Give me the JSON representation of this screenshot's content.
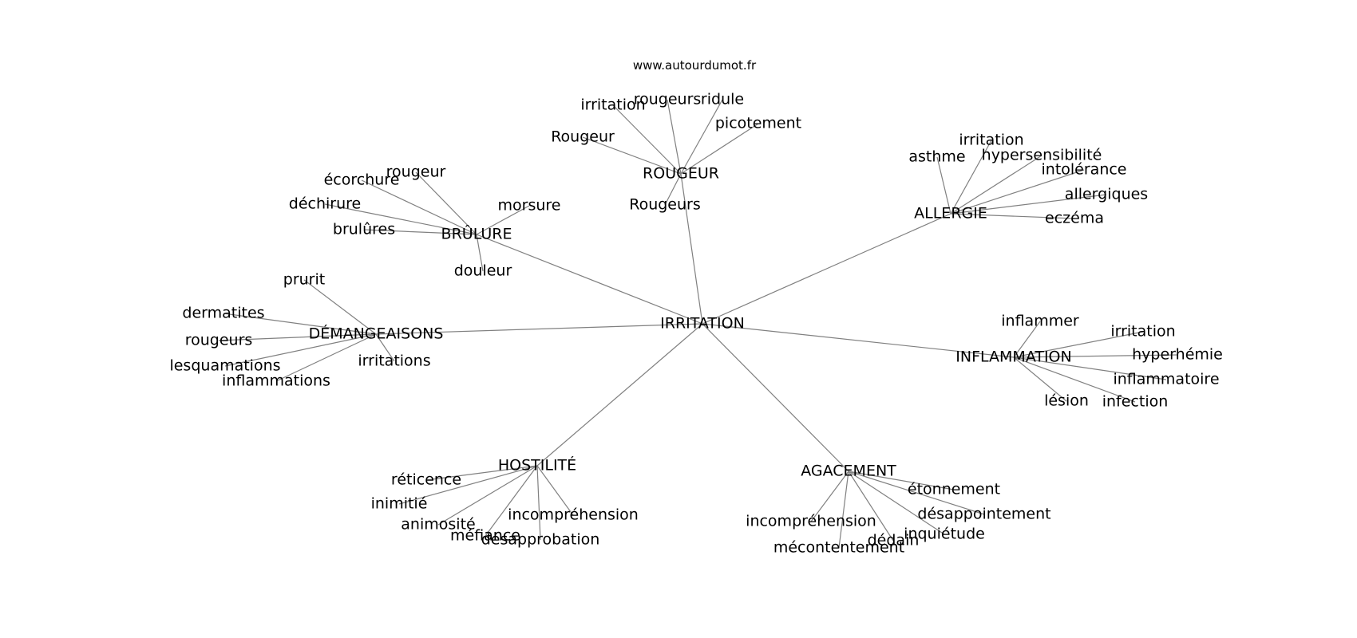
{
  "site": "www.autourdumot.fr",
  "center": "IRRITATION",
  "hubs": [
    {
      "label": "BRÛLURE",
      "leaves": [
        "rougeur",
        "écorchure",
        "déchirure",
        "brulûres",
        "morsure",
        "douleur"
      ]
    },
    {
      "label": "ROUGEUR",
      "leaves": [
        "irritation",
        "rougeurs",
        "ridule",
        "picotement",
        "Rougeur",
        "Rougeurs"
      ]
    },
    {
      "label": "ALLERGIE",
      "leaves": [
        "irritation",
        "asthme",
        "hypersensibilité",
        "intolérance",
        "allergiques",
        "eczéma"
      ]
    },
    {
      "label": "DÉMANGEAISONS",
      "leaves": [
        "prurit",
        "dermatites",
        "rougeurs",
        "lesquamations",
        "inflammations",
        "irritations"
      ]
    },
    {
      "label": "INFLAMMATION",
      "leaves": [
        "inflammer",
        "irritation",
        "hyperhémie",
        "inflammatoire",
        "infection",
        "lésion"
      ]
    },
    {
      "label": "HOSTILITÉ",
      "leaves": [
        "réticence",
        "inimitié",
        "animosité",
        "méfiance",
        "désapprobation",
        "incompréhension"
      ]
    },
    {
      "label": "AGACEMENT",
      "leaves": [
        "étonnement",
        "désappointement",
        "inquiétude",
        "dédain",
        "mécontentement",
        "incompréhension"
      ]
    }
  ]
}
